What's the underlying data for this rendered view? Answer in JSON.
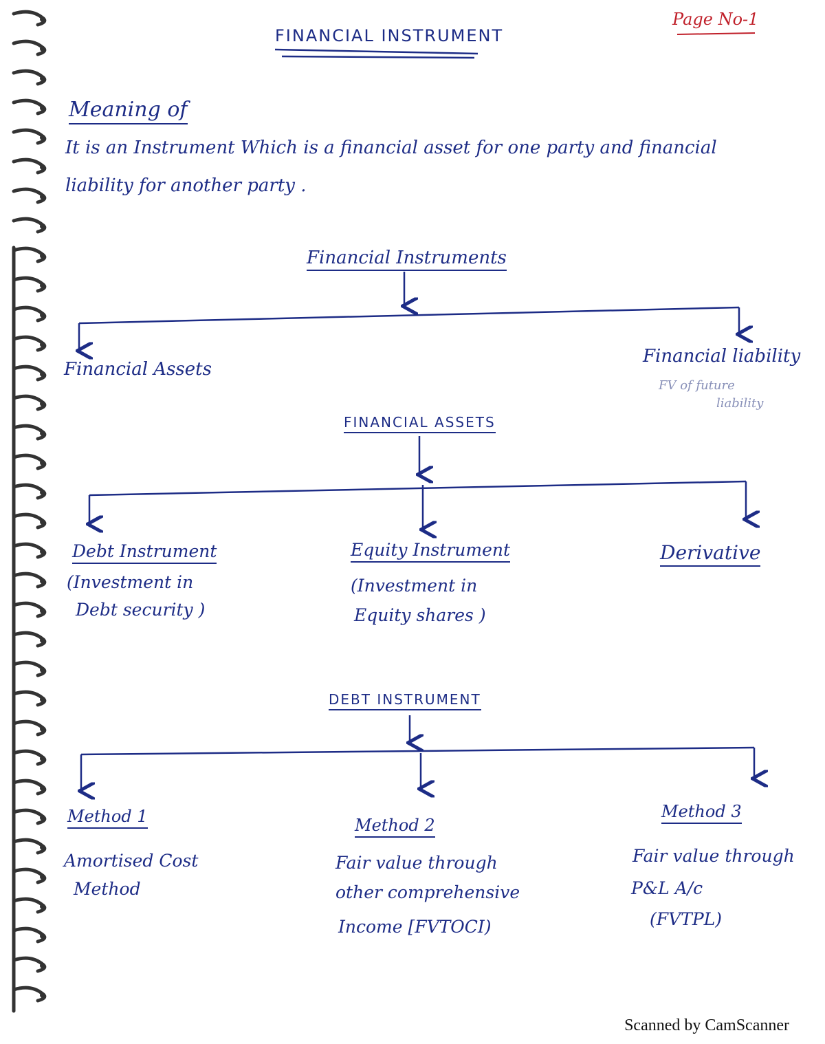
{
  "page_number": "Page No-1",
  "title": "FINANCIAL INSTRUMENT",
  "meaning": {
    "heading": "Meaning of",
    "line1": "It is an Instrument Which is a financial asset for one party and financial",
    "line2": "liability for another party ."
  },
  "tree1": {
    "root": "Financial Instruments",
    "left": "Financial Assets",
    "right": "Financial liability",
    "right_note_1": "FV of future",
    "right_note_2": "liability"
  },
  "tree2": {
    "root": "FINANCIAL ASSETS",
    "left_title": "Debt Instrument",
    "left_desc_1": "(Investment in",
    "left_desc_2": "Debt security )",
    "middle_title": "Equity Instrument",
    "middle_desc_1": "(Investment in",
    "middle_desc_2": "Equity shares )",
    "right_title": "Derivative"
  },
  "tree3": {
    "root": "DEBT INSTRUMENT",
    "m1_title": "Method 1",
    "m1_desc_1": "Amortised Cost",
    "m1_desc_2": "Method",
    "m2_title": "Method 2",
    "m2_desc_1": "Fair value through",
    "m2_desc_2": "other comprehensive",
    "m2_desc_3": "Income [FVTOCI)",
    "m3_title": "Method 3",
    "m3_desc_1": "Fair value through",
    "m3_desc_2": "P&L A/c",
    "m3_desc_3": "(FVTPL)"
  },
  "footer": "Scanned by CamScanner",
  "colors": {
    "ink": "#1d2c86",
    "page_no": "#c0202a",
    "paper": "#ffffff"
  }
}
